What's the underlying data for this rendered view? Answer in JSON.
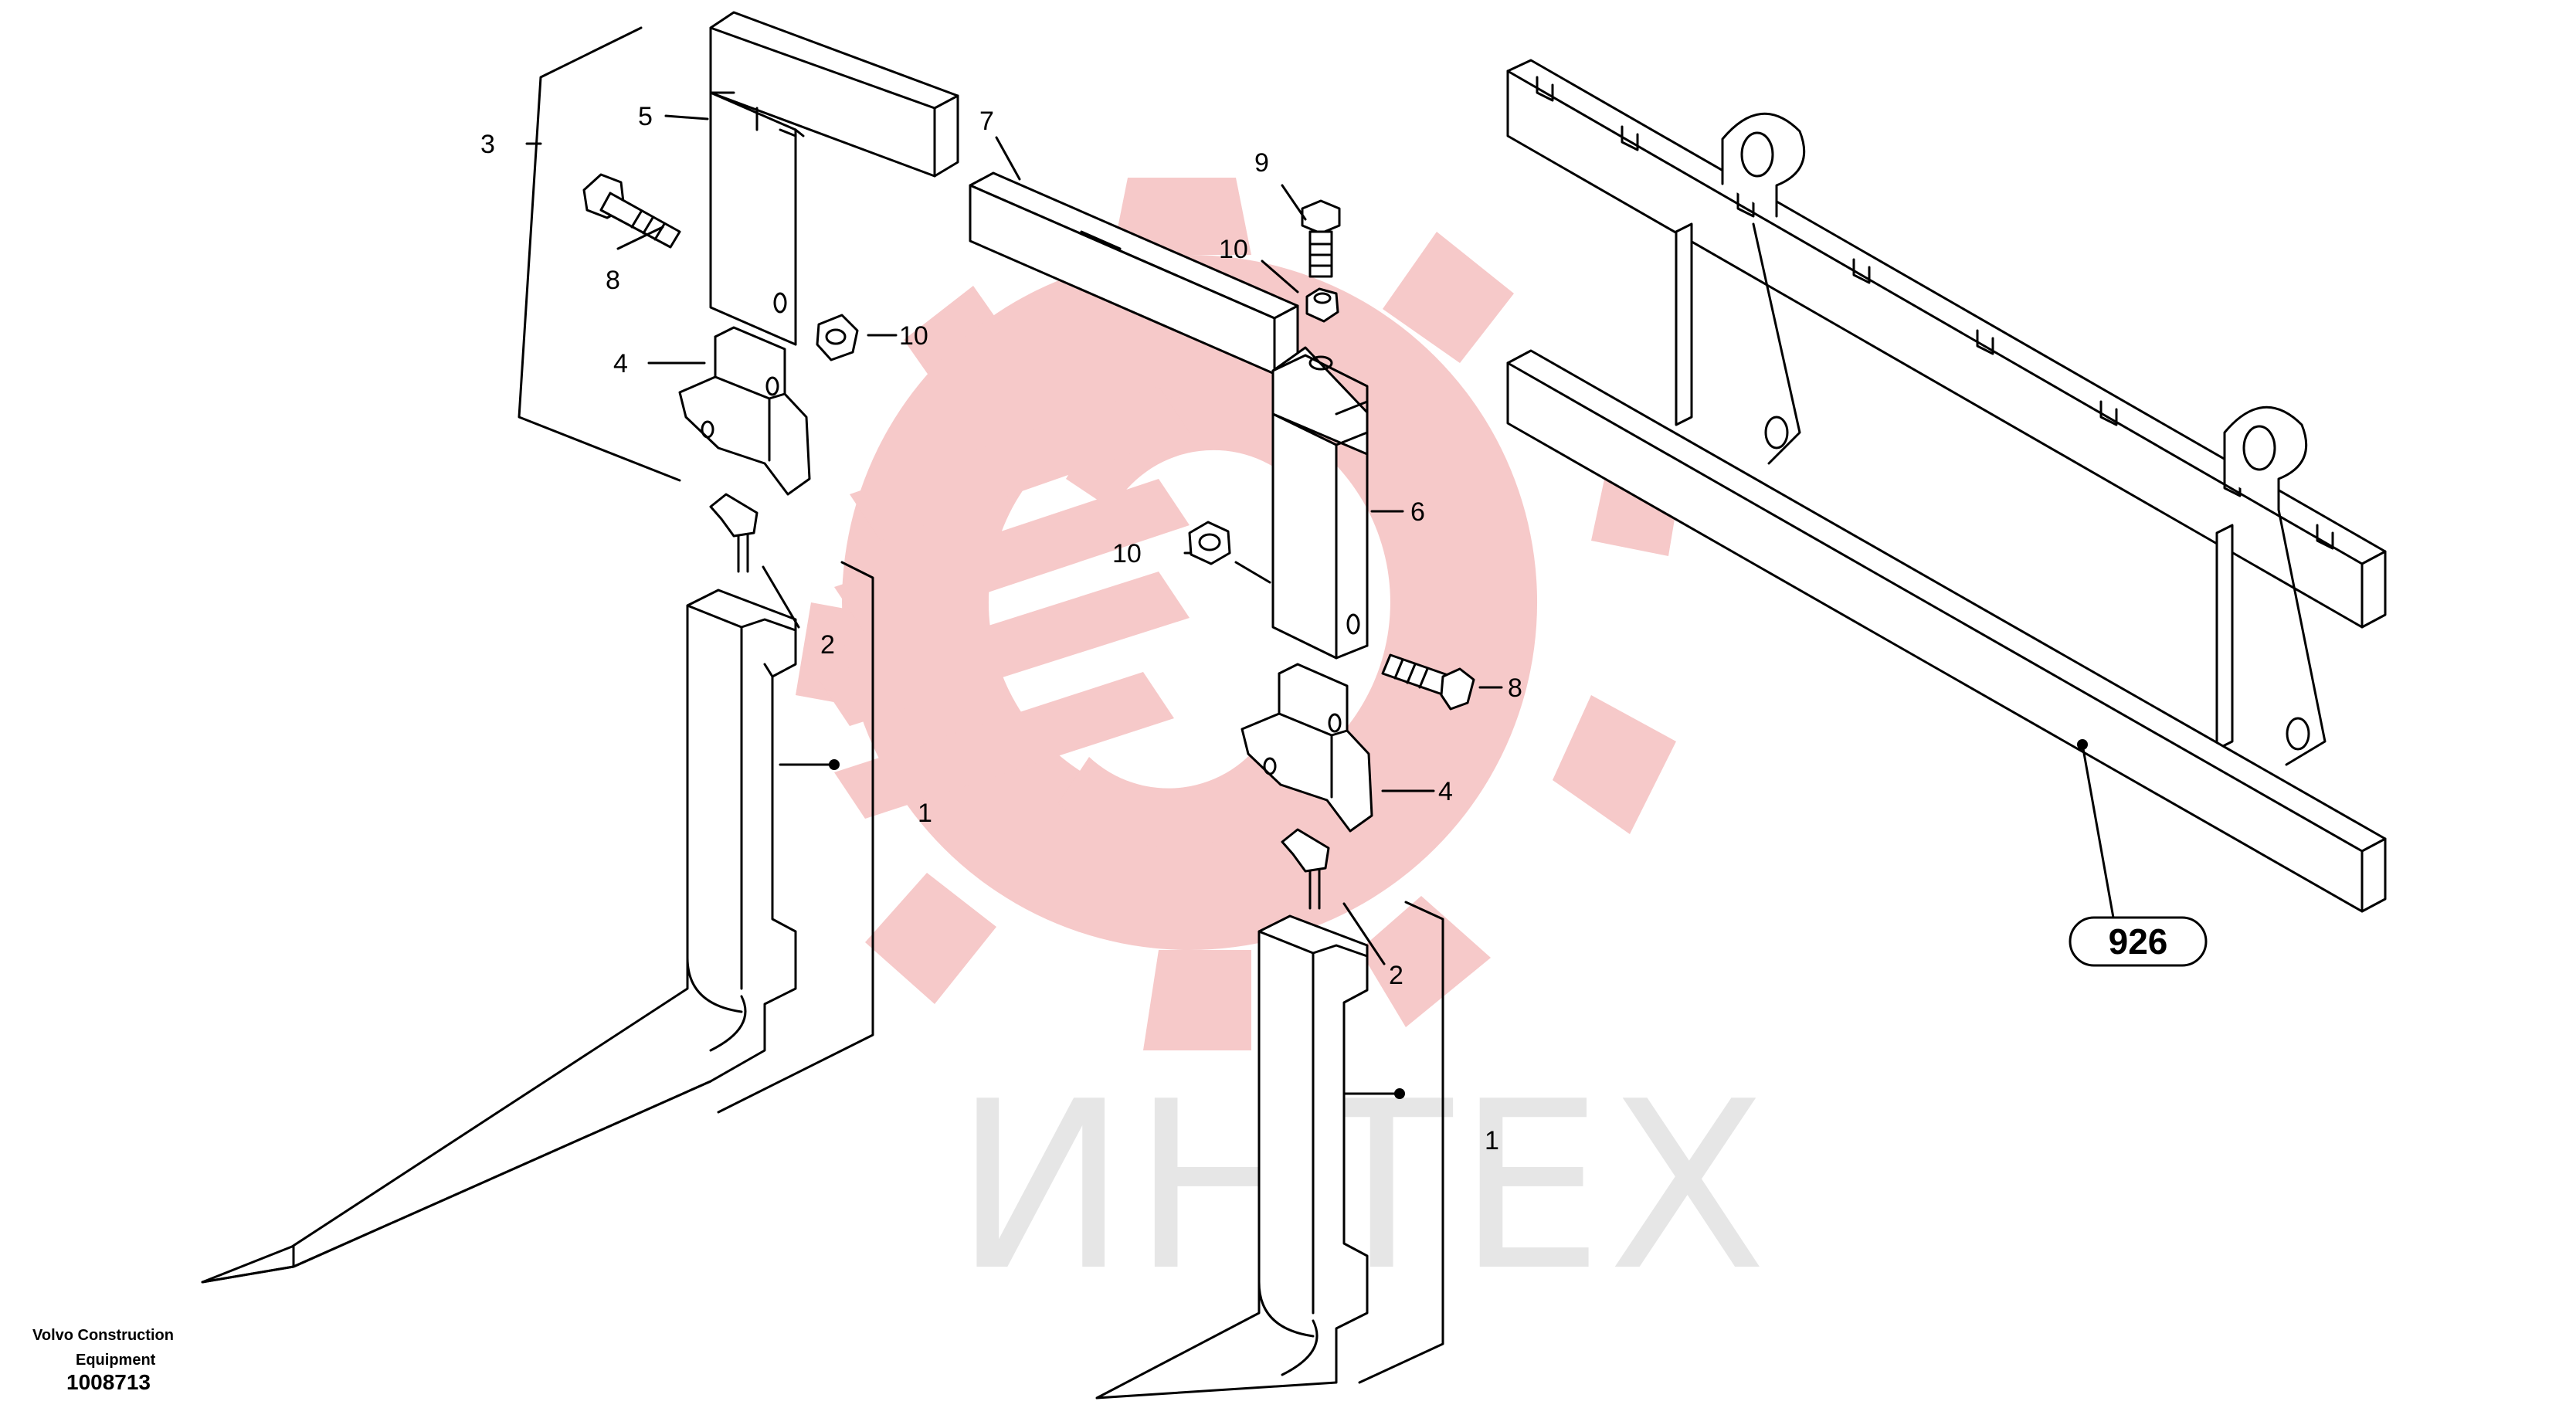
{
  "watermark": {
    "text": "ИНТЕХ",
    "gear_color": "#f6c9c9",
    "text_color": "#e6e6e6"
  },
  "callouts": [
    {
      "id": "c3",
      "label": "3"
    },
    {
      "id": "c5",
      "label": "5"
    },
    {
      "id": "c7",
      "label": "7"
    },
    {
      "id": "c8a",
      "label": "8"
    },
    {
      "id": "c10a",
      "label": "10"
    },
    {
      "id": "c4a",
      "label": "4"
    },
    {
      "id": "c2a",
      "label": "2"
    },
    {
      "id": "c1a",
      "label": "1"
    },
    {
      "id": "c9",
      "label": "9"
    },
    {
      "id": "c10b",
      "label": "10"
    },
    {
      "id": "c6",
      "label": "6"
    },
    {
      "id": "c10c",
      "label": "10"
    },
    {
      "id": "c8b",
      "label": "8"
    },
    {
      "id": "c4b",
      "label": "4"
    },
    {
      "id": "c2b",
      "label": "2"
    },
    {
      "id": "c1b",
      "label": "1"
    }
  ],
  "badge": {
    "label": "926"
  },
  "footer": {
    "brand_line1": "Volvo Construction",
    "brand_line2": "Equipment",
    "drawing_number": "1008713"
  }
}
